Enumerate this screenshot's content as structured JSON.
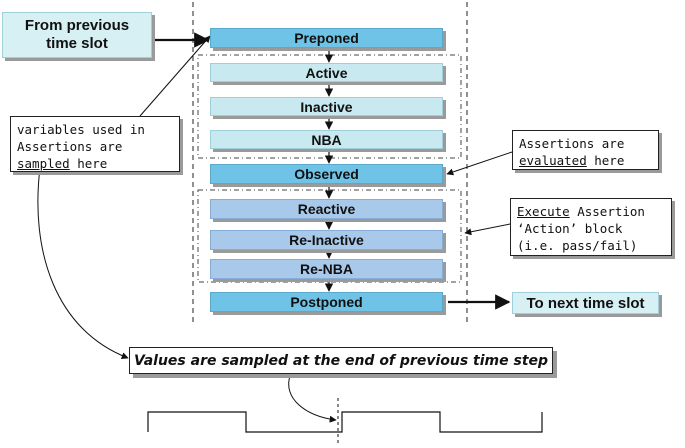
{
  "slots": {
    "from_previous": "From previous time slot",
    "to_next": "To next time slot"
  },
  "regions": {
    "preponed": "Preponed",
    "active": "Active",
    "inactive": "Inactive",
    "nba": "NBA",
    "observed": "Observed",
    "reactive": "Reactive",
    "re_inactive": "Re-Inactive",
    "re_nba": "Re-NBA",
    "postponed": "Postponed"
  },
  "notes": {
    "sampled": {
      "line1": "variables used in",
      "line2": "Assertions are",
      "line3_u": "sampled",
      "line3_rest": " here"
    },
    "evaluated": {
      "line1": "Assertions are",
      "line2_u": "evaluated",
      "line2_rest": " here"
    },
    "execute": {
      "line1_u": "Execute",
      "line1_rest": " Assertion",
      "line2": "‘Action’ block",
      "line3": "(i.e. pass/fail)"
    }
  },
  "banner": "Values are sampled at the end of previous time step",
  "colors": {
    "region": "#6fc3e6",
    "active_set": "#c7e9ef",
    "reactive_set": "#a9c9ea",
    "slot": "#d6f0f3"
  }
}
